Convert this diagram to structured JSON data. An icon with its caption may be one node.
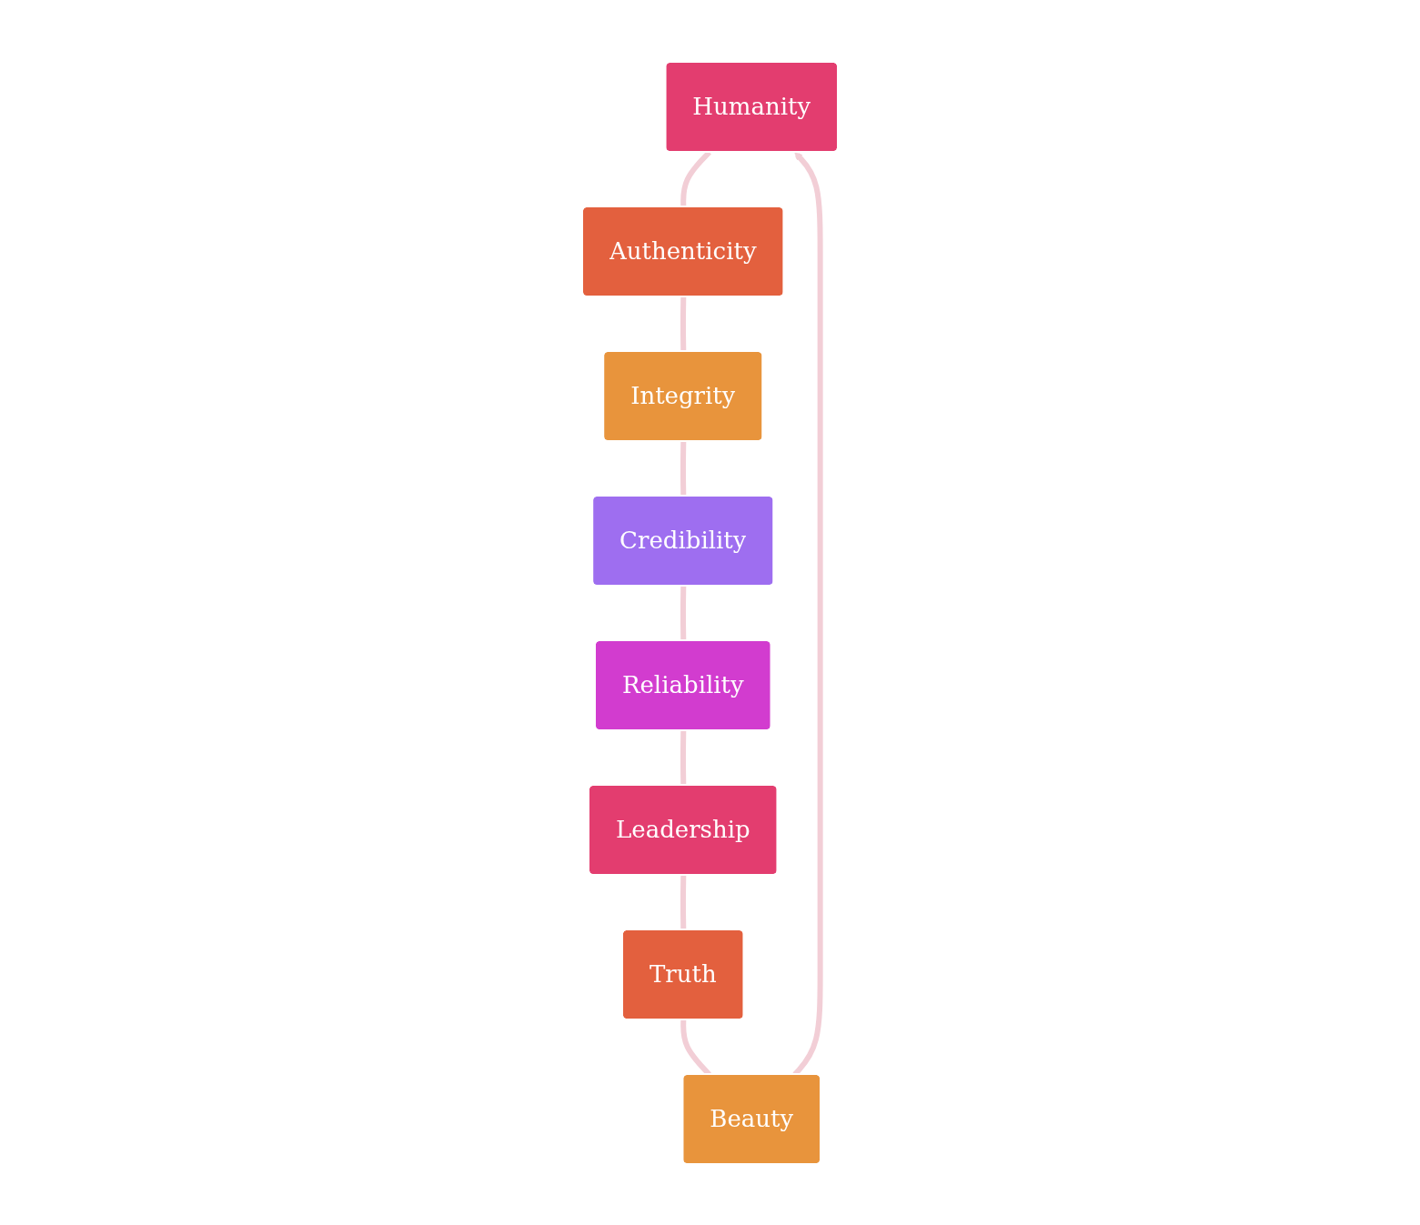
{
  "diagram": {
    "nodes": [
      {
        "text": [
          "Humanity"
        ]
      },
      {
        "text": [
          "Authenticity"
        ]
      },
      {
        "text": [
          "Integrity"
        ]
      },
      {
        "text": [
          "Credibility"
        ]
      },
      {
        "text": [
          "Reliability"
        ]
      },
      {
        "text": [
          "Leadership"
        ]
      },
      {
        "text": [
          "Truth"
        ]
      },
      {
        "text": [
          "Beauty"
        ]
      }
    ],
    "edges": [
      {
        "from": 0,
        "to": 1,
        "arrow": "none"
      },
      {
        "from": 1,
        "to": 2,
        "arrow": "none"
      },
      {
        "from": 2,
        "to": 3,
        "arrow": "none"
      },
      {
        "from": 3,
        "to": 4,
        "arrow": "none"
      },
      {
        "from": 4,
        "to": 5,
        "arrow": "none"
      },
      {
        "from": 5,
        "to": 6,
        "arrow": "none"
      },
      {
        "from": 6,
        "to": 7,
        "arrow": "none"
      },
      {
        "from": 7,
        "to": 0,
        "arrow": "to"
      }
    ]
  }
}
